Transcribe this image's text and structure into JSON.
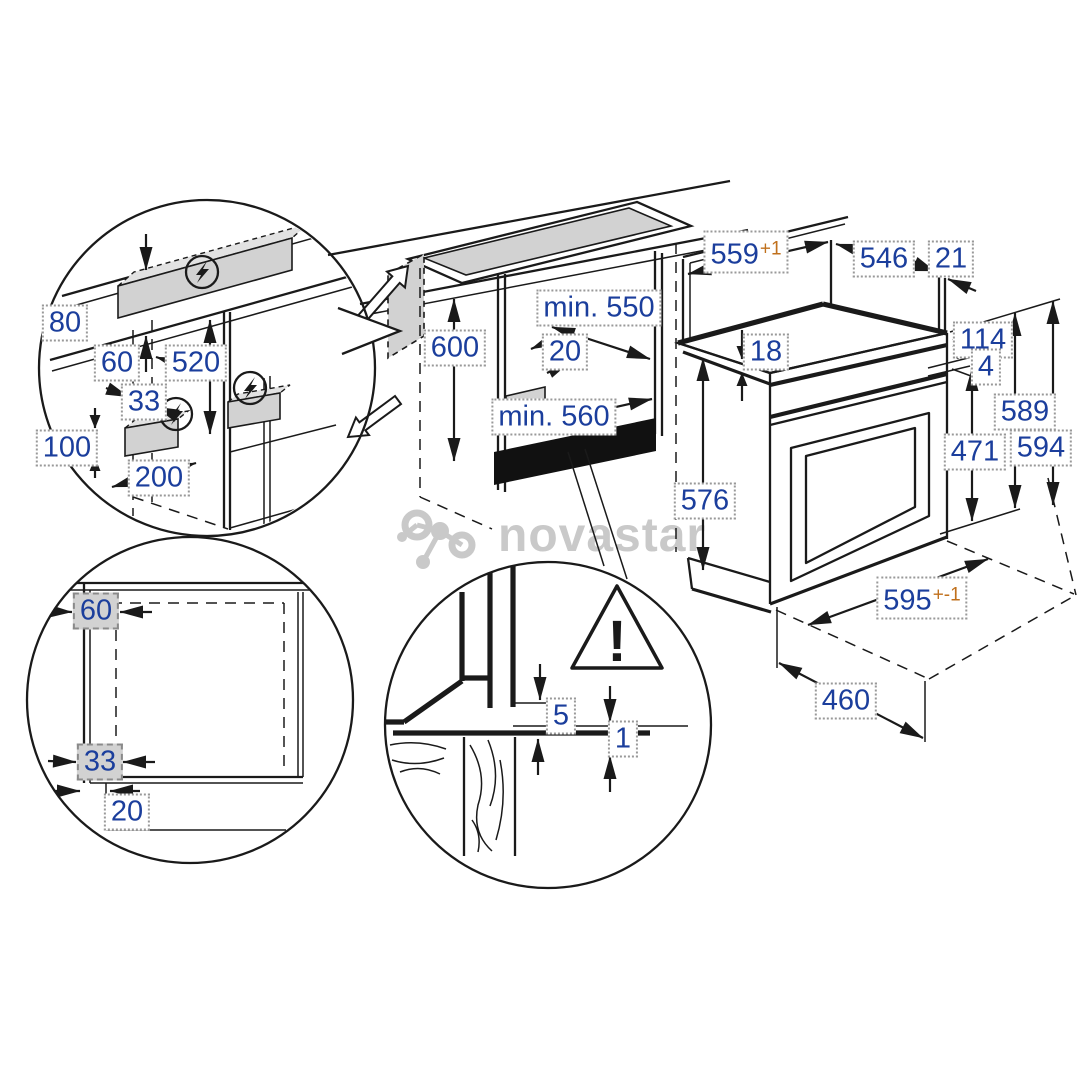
{
  "watermark": {
    "text": "novastar",
    "logo_icon": "molecule-logo"
  },
  "colors": {
    "dimension_text": "#1b3e9c",
    "tolerance_superscript": "#c0701c",
    "shaded_fill": "#d2d2d2",
    "line": "#1a1a1a",
    "watermark": "#c9c9c9"
  },
  "detail_top_left": {
    "description-icons": [
      "lightning-icon",
      "lightning-icon",
      "lightning-icon"
    ],
    "conduit_height": "80",
    "offset_a": "60",
    "drop_height": "520",
    "offset_b": "33",
    "box_height": "100",
    "box_width": "200"
  },
  "cabinet": {
    "niche_height": "600",
    "depth_min": "min. 550",
    "setback": "20",
    "width_min": "min. 560"
  },
  "oven": {
    "niche_width": "559",
    "niche_width_tol": "+1",
    "top_width": "546",
    "side_gap": "21",
    "top_trim": "18",
    "panel_height": "114",
    "trim_gap": "4",
    "height_back": "589",
    "height_total": "594",
    "door_height": "471",
    "side_height": "576",
    "base_width": "595",
    "base_width_tol": "+-1",
    "base_depth": "460"
  },
  "detail_bottom_left": {
    "top_clearance": "60",
    "bottom_clearance": "33",
    "plinth_recess": "20"
  },
  "detail_bottom_center": {
    "gap_upper": "5",
    "gap_lower": "1",
    "warning_mark": "!"
  }
}
